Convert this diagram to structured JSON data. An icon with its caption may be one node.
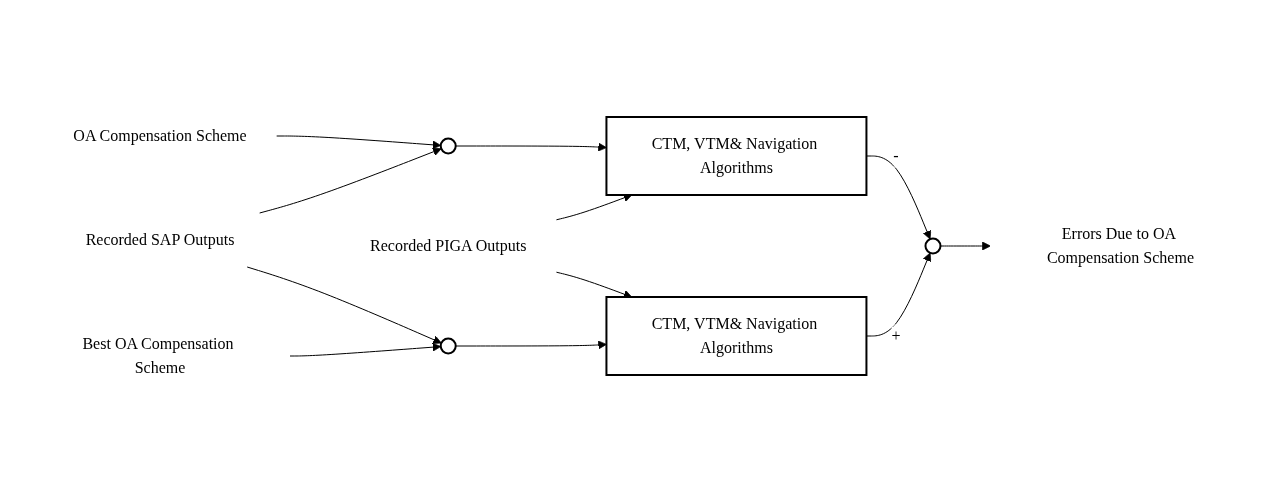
{
  "diagram": {
    "nodes": [
      {
        "text": [
          "OA Compensation Scheme"
        ]
      },
      {
        "text": [
          "Recorded SAP Outputs"
        ]
      },
      {
        "text": [],
        "shape": "circle"
      },
      {
        "text": [
          "CTM, VTM& Navigation Algorithms"
        ]
      },
      {
        "text": [
          "Recorded PIGA Outputs"
        ]
      },
      {
        "text": [
          "CTM, VTM& Navigation Algorithms"
        ]
      },
      {
        "text": [],
        "shape": "circle"
      },
      {
        "text": [
          "Best OA Compensation Scheme"
        ]
      },
      {
        "text": [],
        "shape": "circle"
      },
      {
        "text": [
          "Errors Due to OA Compensation Scheme"
        ]
      }
    ],
    "edges": [
      {
        "from": 0,
        "to": 2,
        "arrow": "to"
      },
      {
        "from": 1,
        "to": 2,
        "arrow": "to"
      },
      {
        "from": 2,
        "to": 3,
        "arrow": "to"
      },
      {
        "from": 1,
        "to": 6,
        "arrow": "to"
      },
      {
        "from": 4,
        "to": 3,
        "arrow": "to"
      },
      {
        "from": 4,
        "to": 5,
        "arrow": "to"
      },
      {
        "from": 7,
        "to": 6,
        "arrow": "to"
      },
      {
        "from": 6,
        "to": 5,
        "arrow": "to"
      },
      {
        "from": 3,
        "to": 8,
        "arrow": "to",
        "label": "-"
      },
      {
        "from": 5,
        "to": 8,
        "arrow": "to",
        "label": "+"
      },
      {
        "from": 8,
        "to": 9,
        "arrow": "to"
      }
    ]
  }
}
